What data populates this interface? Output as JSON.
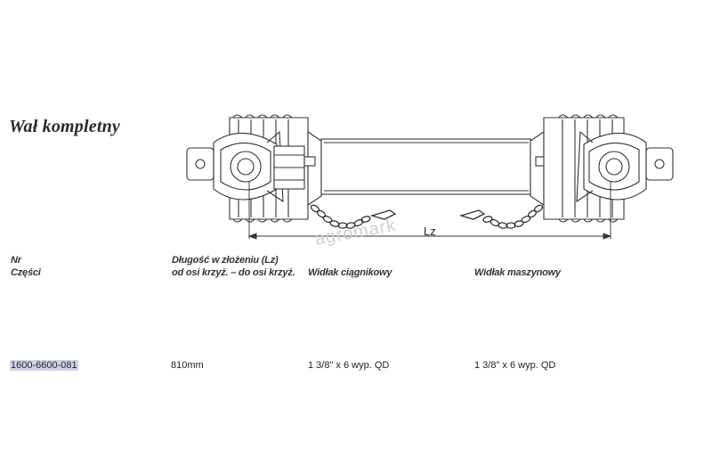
{
  "title": "Wał kompletny",
  "drawing": {
    "dimension_label": "Lz",
    "watermark": "agromark"
  },
  "table": {
    "headers": {
      "part_no_line1": "Nr",
      "part_no_line2": "Części",
      "length_line1": "Długość w złożeniu (Lz)",
      "length_line2": "od osi krzyż. – do osi krzyż.",
      "tractor_yoke": "Widłak ciągnikowy",
      "machine_yoke": "Widłak maszynowy"
    },
    "row": {
      "part_no": "1600-6600-081",
      "length": "810mm",
      "tractor_yoke": "1 3/8\" x 6 wyp. QD",
      "machine_yoke": "1 3/8\" x 6 wyp. QD"
    }
  }
}
